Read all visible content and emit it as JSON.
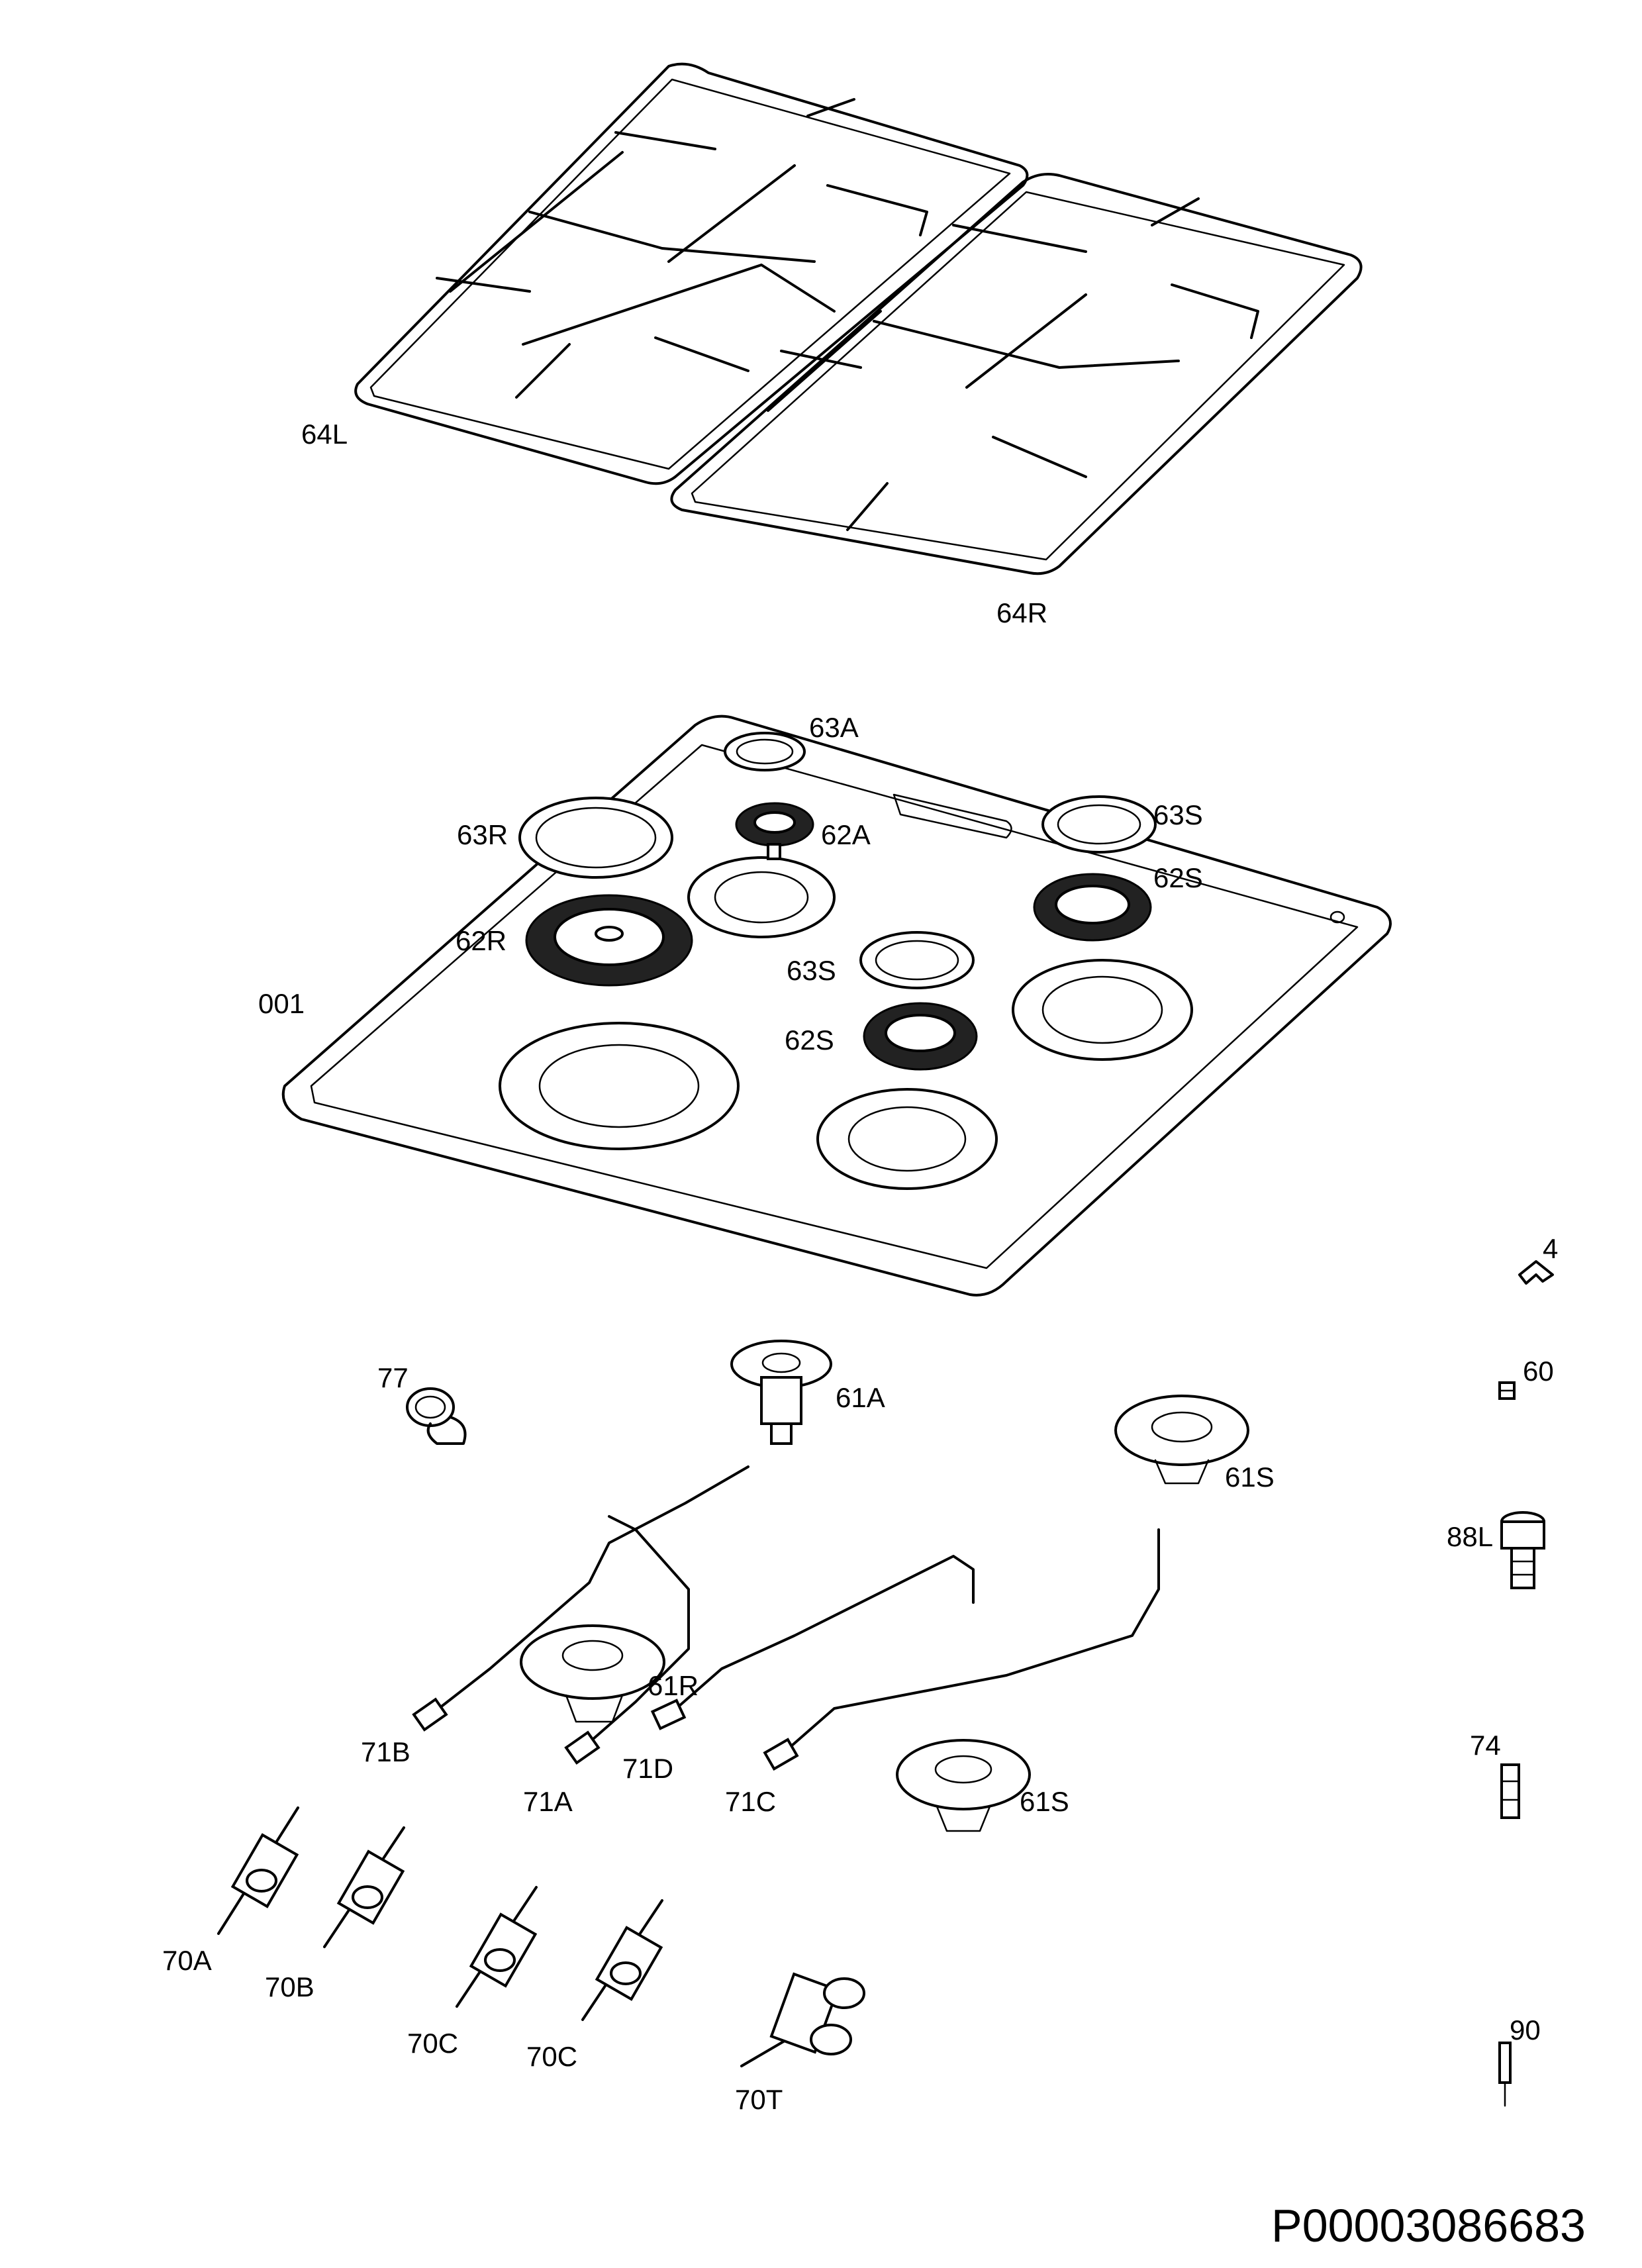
{
  "labels": {
    "grid_left": "64L",
    "grid_right": "64R",
    "hob_top": "001",
    "cap_aux": "63A",
    "cap_rapid": "63R",
    "cap_semi_rear": "63S",
    "cap_semi_front": "63S",
    "crown_aux": "62A",
    "crown_rapid": "62R",
    "crown_semi_rear": "62S",
    "crown_semi_front": "62S",
    "screw": "4",
    "nut": "60",
    "connector": "88L",
    "injector": "74",
    "thermocouple": "90",
    "elbow": "77",
    "burner_aux": "61A",
    "burner_semi_rear": "61S",
    "burner_rapid": "61R",
    "burner_semi_front": "61S",
    "pipe_b": "71B",
    "pipe_a": "71A",
    "pipe_d": "71D",
    "pipe_c": "71C",
    "tap_a": "70A",
    "tap_b": "70B",
    "tap_c1": "70C",
    "tap_c2": "70C",
    "tap_t": "70T"
  },
  "document_id": "P00003086683"
}
